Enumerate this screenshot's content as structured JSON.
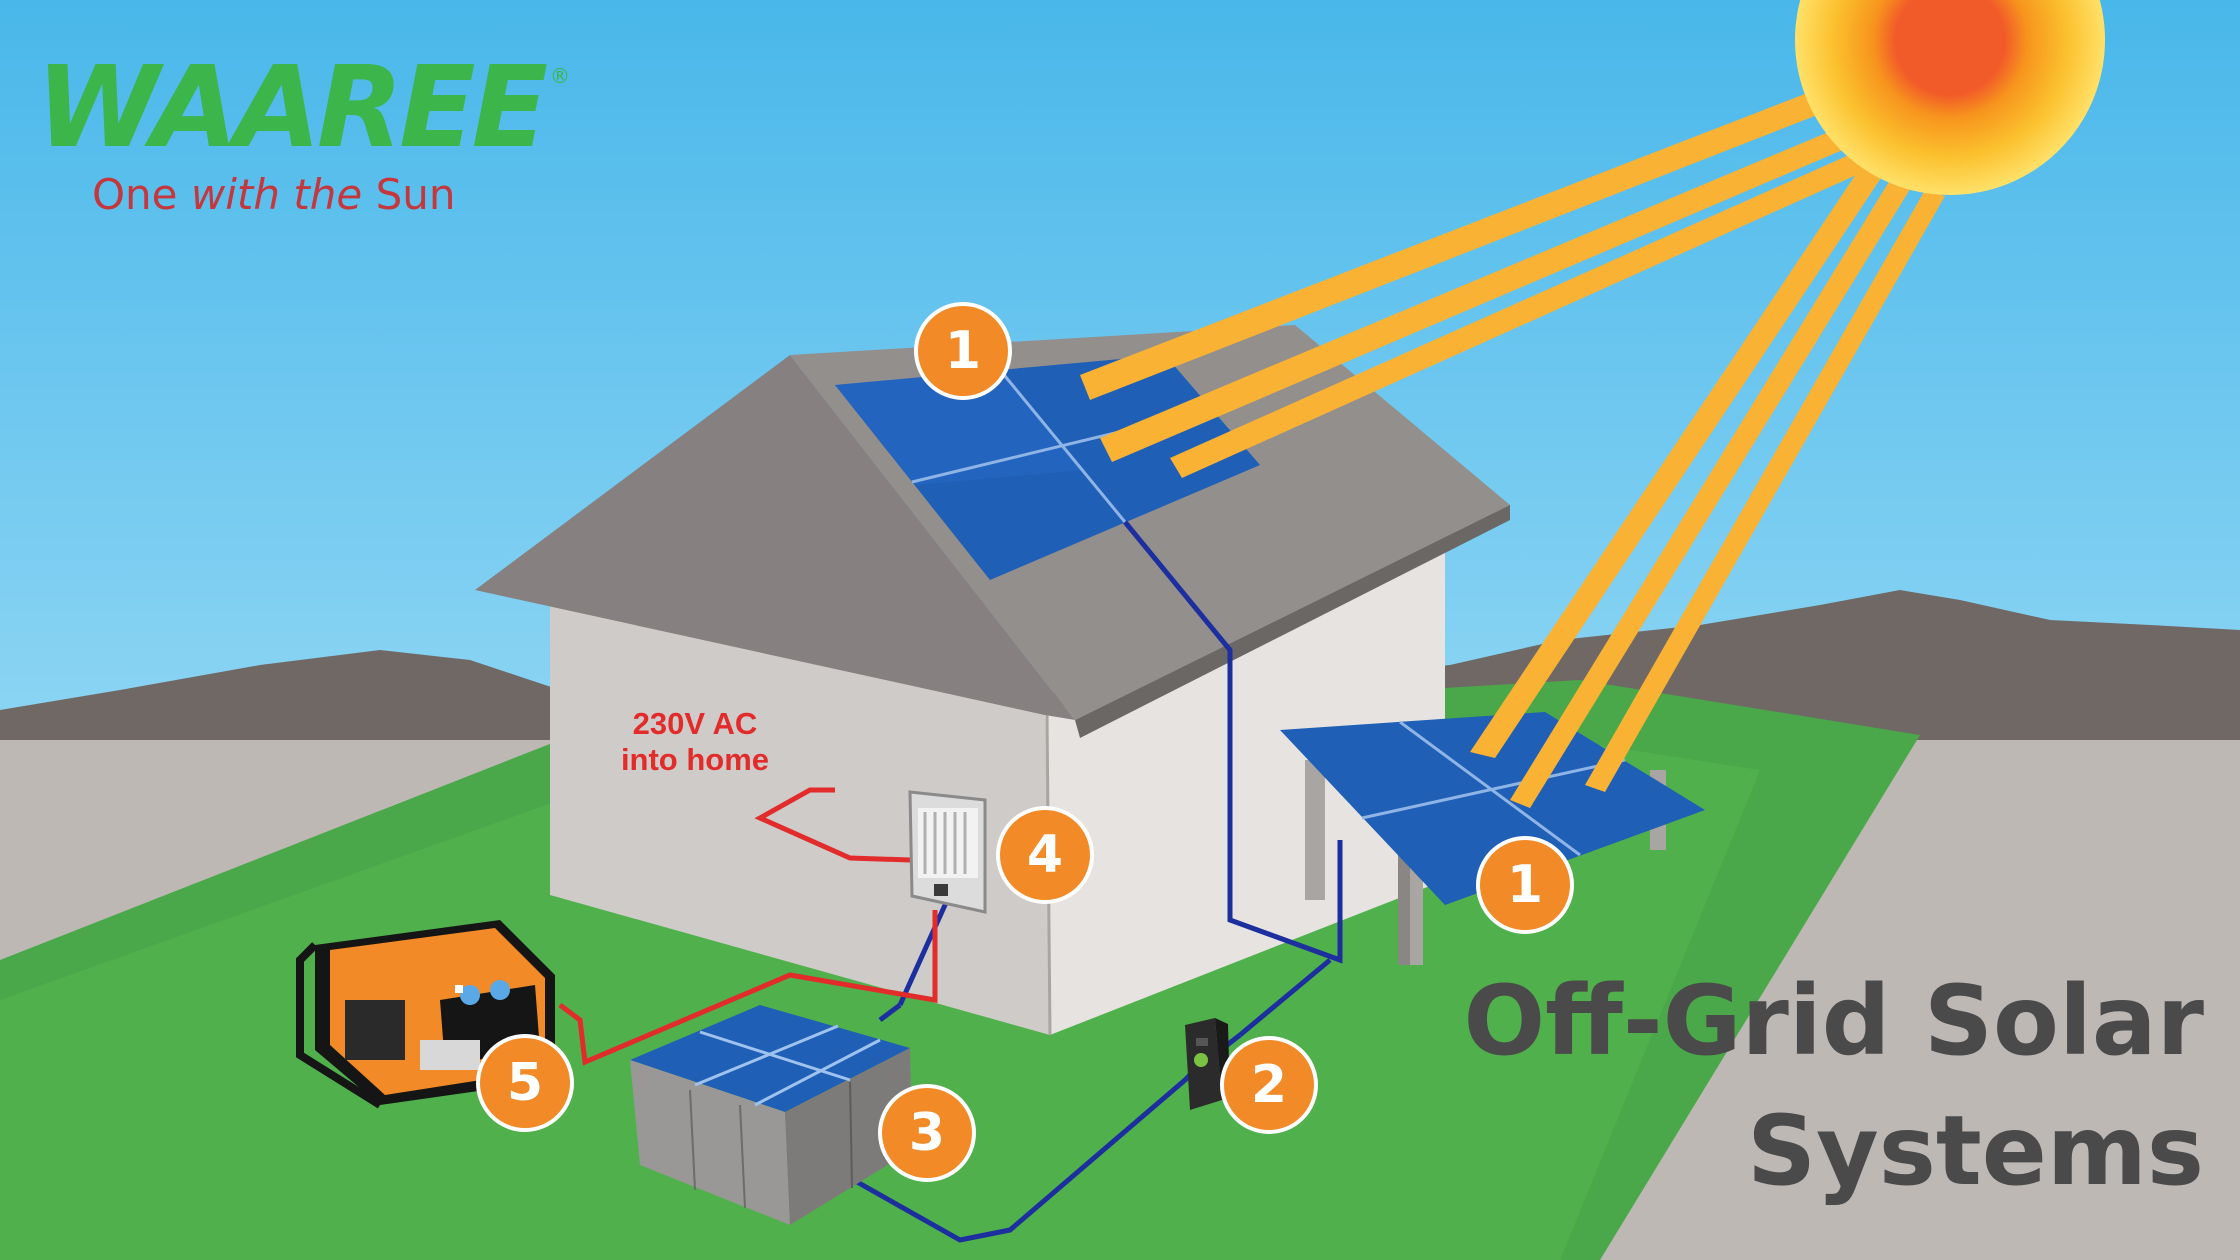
{
  "brand": {
    "logo_text": "WAAREE",
    "registered_mark": "®",
    "tagline_part1": "One ",
    "tagline_part2": "with the",
    "tagline_part3": " Sun"
  },
  "labels": {
    "ac_line1": "230V AC",
    "ac_line2": "into home"
  },
  "badges": {
    "roof_panel": "1",
    "ground_panel": "1",
    "charge_controller": "2",
    "battery_bank": "3",
    "inverter": "4",
    "generator": "5"
  },
  "title": {
    "line1": "Off-Grid Solar",
    "line2": "Systems"
  },
  "colors": {
    "sky": "#56c2ec",
    "grass": "#4aa84a",
    "panel_blue": "#1f5fb5",
    "badge_orange": "#f28a27",
    "brand_green": "#3cb54a",
    "tagline_red": "#c4373c",
    "sun_ray": "#f9b233",
    "dc_wire": "#1d2f9e",
    "ac_wire": "#e22b2b",
    "title_gray": "#4a4a4a"
  }
}
